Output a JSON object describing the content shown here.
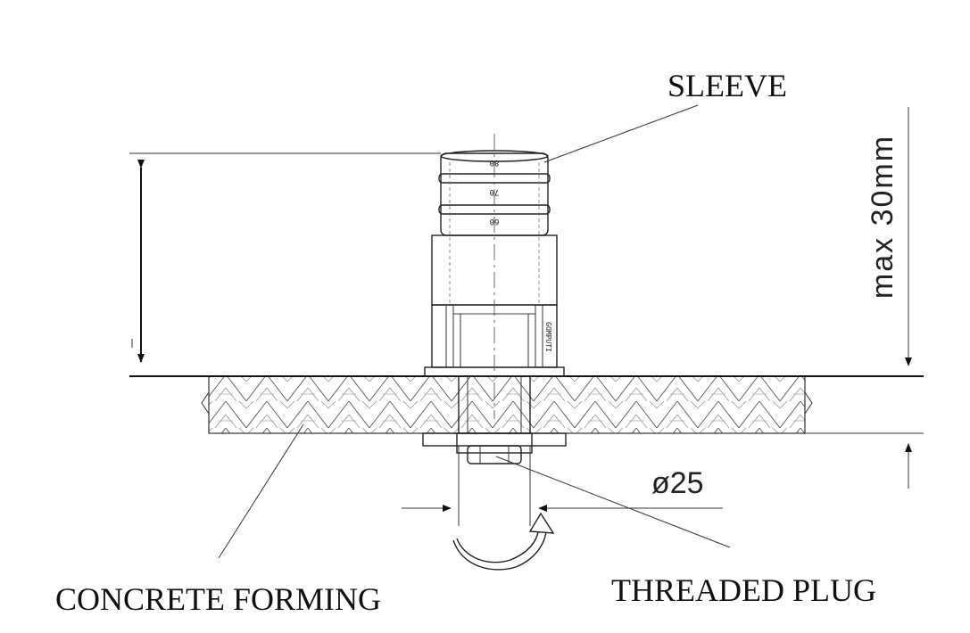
{
  "labels": {
    "sleeve": "SLEEVE",
    "concrete_forming": "CONCRETE FORMING",
    "threaded_plug": "THREADED PLUG",
    "max_height": "max 30mm",
    "diameter": "ø25",
    "mark_80": "80",
    "mark_70": "70",
    "mark_60": "60",
    "brand": "GOMPUTI"
  }
}
